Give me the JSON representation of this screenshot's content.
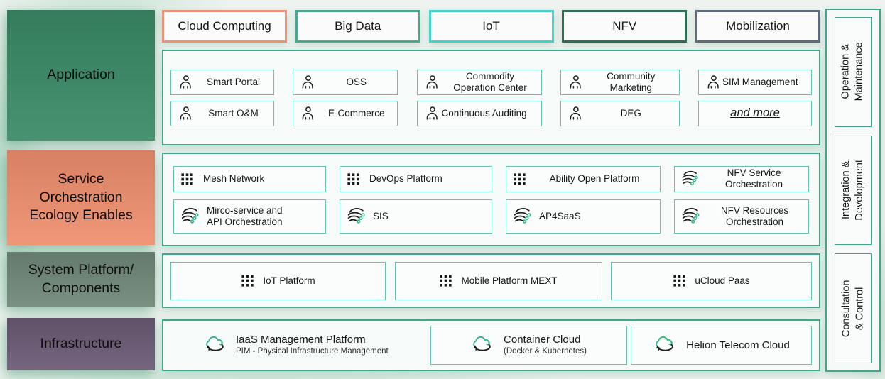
{
  "sidebar": {
    "application": {
      "label": "Application",
      "color": "#3a8a66"
    },
    "service": {
      "label": "Service\nOrchestration\nEcology Enables",
      "color": "#ef8f6e"
    },
    "system": {
      "label": "System Platform/\nComponents",
      "color": "#6f8878"
    },
    "infrastructure": {
      "label": "Infrastructure",
      "color": "#6b5a75"
    }
  },
  "header_tags": {
    "items": [
      {
        "label": "Cloud Computing",
        "border_color": "#ec9175"
      },
      {
        "label": "Big Data",
        "border_color": "#4aa88e"
      },
      {
        "label": "IoT",
        "border_color": "#43d1ce"
      },
      {
        "label": "NFV",
        "border_color": "#2f6d55"
      },
      {
        "label": "Mobilization",
        "border_color": "#5d6b7c"
      }
    ]
  },
  "application": {
    "row1": [
      {
        "label": "Smart Portal",
        "icon": "person-icon"
      },
      {
        "label": "OSS",
        "icon": "person-icon"
      },
      {
        "label": "Commodity\nOperation Center",
        "icon": "person-icon"
      },
      {
        "label": "Community\nMarketing",
        "icon": "person-icon"
      },
      {
        "label": "SIM Management",
        "icon": "person-icon"
      }
    ],
    "row2": [
      {
        "label": "Smart O&M",
        "icon": "person-icon"
      },
      {
        "label": "E-Commerce",
        "icon": "person-icon"
      },
      {
        "label": "Continuous Auditing",
        "icon": "person-icon"
      },
      {
        "label": "DEG",
        "icon": "person-icon"
      },
      {
        "label": "and more",
        "icon": "none"
      }
    ]
  },
  "service": {
    "row1": [
      {
        "label": "Mesh Network",
        "icon": "grid-icon"
      },
      {
        "label": "DevOps Platform",
        "icon": "grid-icon"
      },
      {
        "label": "Ability Open Platform",
        "icon": "grid-icon"
      },
      {
        "label": "NFV Service\nOrchestration",
        "icon": "flow-icon"
      }
    ],
    "row2": [
      {
        "label": "Mirco-service and\nAPI Orchestration",
        "icon": "flow-icon"
      },
      {
        "label": "SIS",
        "icon": "flow-icon"
      },
      {
        "label": "AP4SaaS",
        "icon": "flow-icon"
      },
      {
        "label": "NFV Resources\nOrchestration",
        "icon": "flow-icon"
      }
    ]
  },
  "system": {
    "items": [
      {
        "label": "IoT Platform",
        "icon": "grid-icon"
      },
      {
        "label": "Mobile Platform MEXT",
        "icon": "grid-icon"
      },
      {
        "label": "uCloud Paas",
        "icon": "grid-icon"
      }
    ]
  },
  "infrastructure": {
    "items": [
      {
        "label": "IaaS Management Platform",
        "sublabel": "PIM - Physical Infrastructure Management",
        "icon": "cloud-sync-icon"
      },
      {
        "label": "Container Cloud",
        "sublabel": "(Docker & Kubernetes)",
        "icon": "cloud-sync-icon"
      },
      {
        "label": "Helion Telecom Cloud",
        "sublabel": "",
        "icon": "cloud-sync-icon"
      }
    ]
  },
  "right_rail": {
    "items": [
      {
        "label": "Operation &\nMaintenance"
      },
      {
        "label": "Integration &\nDevelopment"
      },
      {
        "label": "Consultation & Control"
      }
    ]
  },
  "colors": {
    "panel_border": "#3fa78b",
    "item_border": "#62c5ad",
    "icon_green": "#2fb580",
    "icon_dark": "#1e1e1e"
  }
}
